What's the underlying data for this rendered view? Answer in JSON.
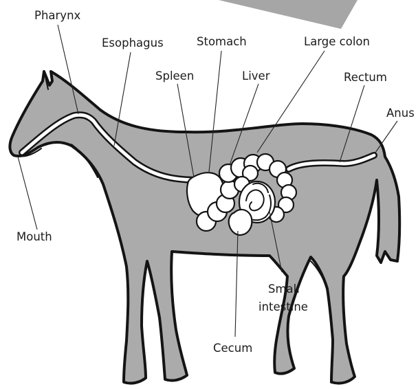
{
  "labels": {
    "pharynx": "Pharynx",
    "esophagus": "Esophagus",
    "stomach": "Stomach",
    "large_colon": "Large colon",
    "spleen": "Spleen",
    "liver": "Liver",
    "rectum": "Rectum",
    "anus": "Anus",
    "mouth": "Mouth",
    "small_intestine_line1": "Small",
    "small_intestine_line2": "intestine",
    "cecum": "Cecum"
  },
  "colors": {
    "body": "#ababab",
    "outline": "#141414",
    "organs": "#ffffff",
    "corner_shape": "#a6a6a6"
  }
}
